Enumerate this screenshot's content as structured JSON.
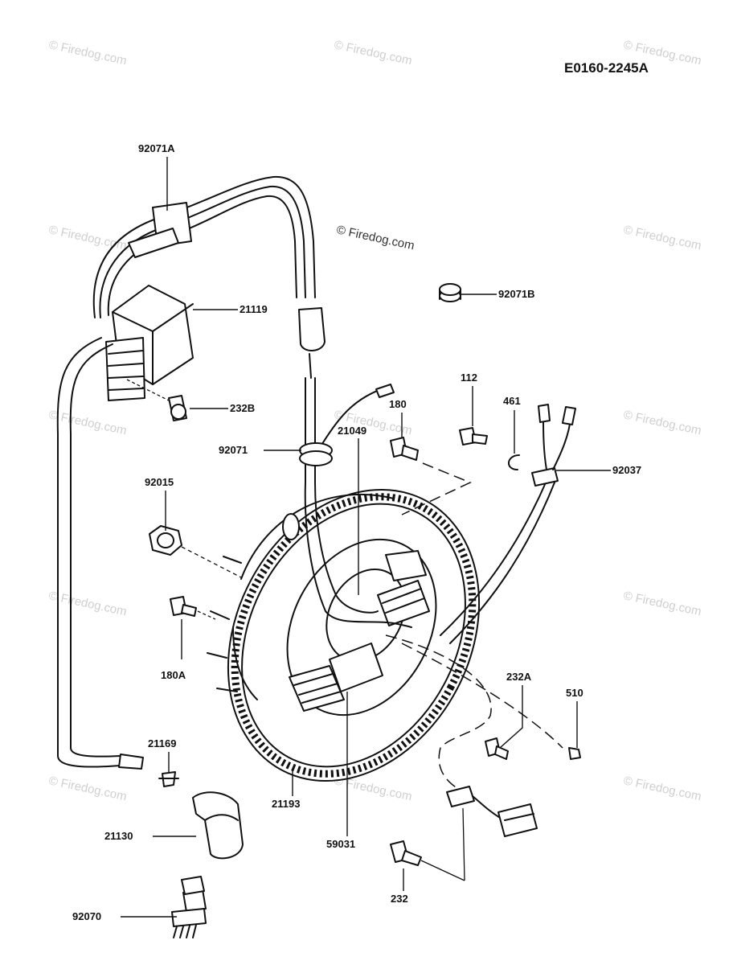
{
  "diagram_code": "E0160-2245A",
  "watermark_text": "© Firedog.com",
  "parts": {
    "p92071A": "92071A",
    "p21119": "21119",
    "p232B": "232B",
    "p92071": "92071",
    "p92015": "92015",
    "p180A": "180A",
    "p21169": "21169",
    "p21130": "21130",
    "p92070": "92070",
    "p92071B": "92071B",
    "p112": "112",
    "p461": "461",
    "p180": "180",
    "p21049": "21049",
    "p92037": "92037",
    "p232A": "232A",
    "p510": "510",
    "p21193": "21193",
    "p59031": "59031",
    "p232": "232"
  }
}
